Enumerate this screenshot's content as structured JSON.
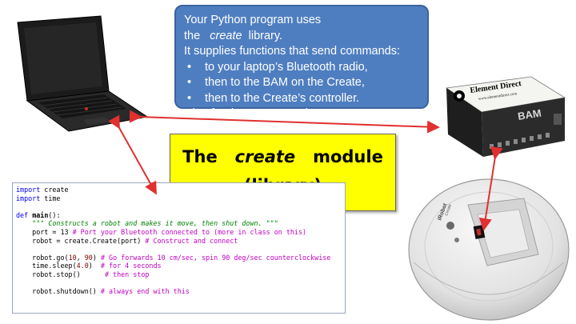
{
  "callout": {
    "line1_pre": "Your Python program uses the",
    "line1_em": "create",
    "line1_post": "library.",
    "line2": "It supplies functions that send commands:",
    "bullets": [
      "to your laptop’s Bluetooth radio,",
      "then to the BAM on the Create,",
      "then to the Create’s controller."
    ],
    "line_last": "Ditto for the reverse path.",
    "bullet_glyph": "•"
  },
  "title": {
    "pre": "The",
    "em": "create",
    "post": "module",
    "line2": "(library)"
  },
  "bam": {
    "brand": "Element Direct",
    "url": "www.elementdirect.com",
    "label": "BAM"
  },
  "robot": {
    "brand": "iRobot",
    "model": "Create"
  },
  "code": {
    "l1_kw": "import",
    "l1_rest": " create",
    "l2_kw": "import",
    "l2_rest": " time",
    "l4_kw": "def",
    "l4_fn": "main",
    "l4_rest": "():",
    "l5_indent": "    ",
    "l5_str": "\"\"\" Constructs a robot and makes it move, then shut down. \"\"\"",
    "l6_code": "    port = 13 ",
    "l6_cm": "# Port your Bluetooth connected to (more in class on this)",
    "l7_code": "    robot = create.Create(port) ",
    "l7_cm": "# Construct and connect",
    "l9_code": "    robot.go(",
    "l9_n1": "10",
    "l9_mid": ", ",
    "l9_n2": "90",
    "l9_close": ") ",
    "l9_cm": "# Go forwards 10 cm/sec, spin 90 deg/sec counterclockwise",
    "l10_code": "    time.sleep(",
    "l10_n": "4.0",
    "l10_close": ")  ",
    "l10_cm": "# for 4 seconds",
    "l11_code": "    robot.stop()      ",
    "l11_cm": "# then stop",
    "l13_code": "    robot.shutdown() ",
    "l13_cm": "# always end with this"
  },
  "colors": {
    "callout_bg": "#4f7ec0",
    "title_bg": "#ffff00",
    "arrow": "#e03030",
    "keyword": "#0000ff",
    "string": "#008000",
    "comment": "#c000c0"
  },
  "icons": [
    "laptop-illustration",
    "bam-module-illustration",
    "create-robot-illustration"
  ]
}
